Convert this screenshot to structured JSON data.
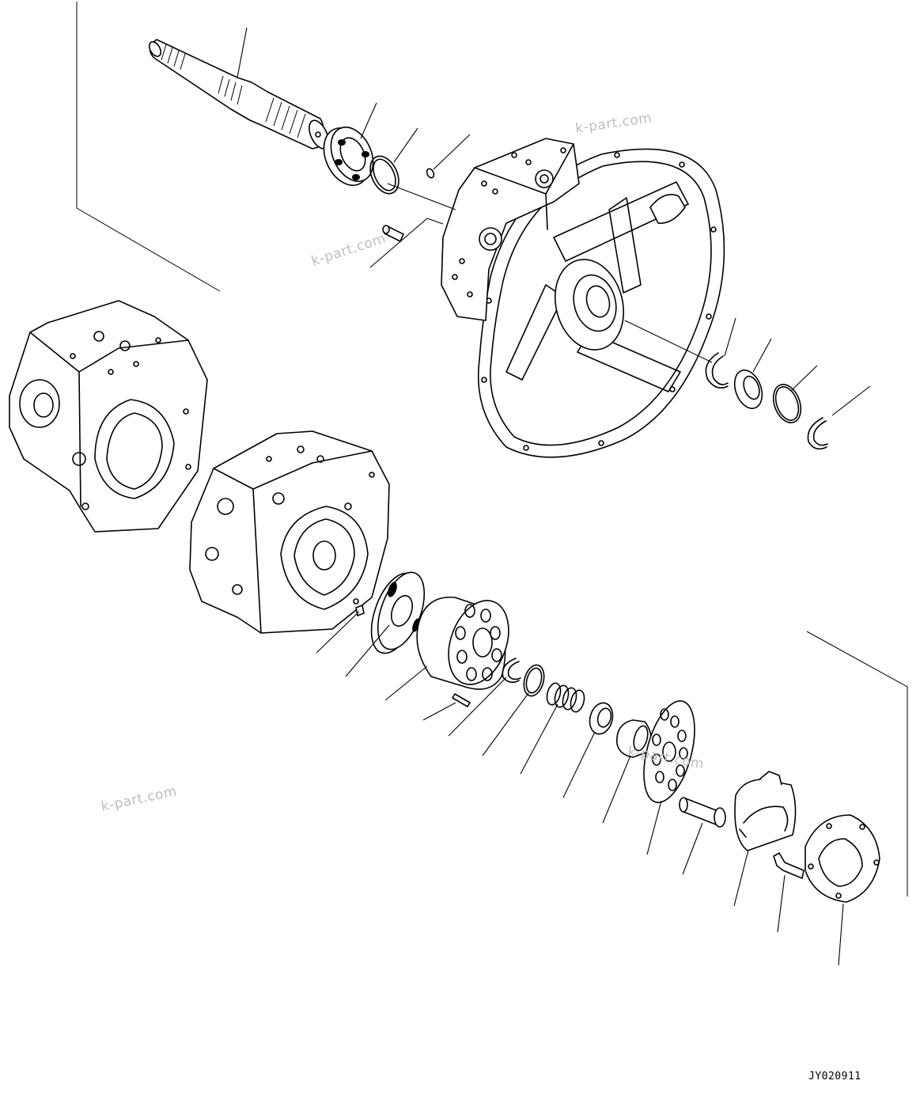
{
  "figure": {
    "code": "JY020911",
    "watermarks": [
      "k-part.com",
      "k-part.com",
      "k-part.com",
      "k-part.com"
    ]
  },
  "parts": [
    {
      "icon": "drive-shaft-icon"
    },
    {
      "icon": "roller-bearing-icon"
    },
    {
      "icon": "snap-ring-icon"
    },
    {
      "icon": "o-ring-icon"
    },
    {
      "icon": "dowel-pin-icon"
    },
    {
      "icon": "pump-case-icon"
    },
    {
      "icon": "pump-case-alt-icon"
    },
    {
      "icon": "end-cap-icon"
    },
    {
      "icon": "valve-plate-icon"
    },
    {
      "icon": "cylinder-block-icon"
    },
    {
      "icon": "pin-icon"
    },
    {
      "icon": "spring-icon"
    },
    {
      "icon": "spherical-bushing-icon"
    },
    {
      "icon": "retainer-plate-icon"
    },
    {
      "icon": "servo-piston-icon"
    },
    {
      "icon": "swash-plate-icon"
    },
    {
      "icon": "bolt-icon"
    },
    {
      "icon": "cradle-icon"
    }
  ]
}
